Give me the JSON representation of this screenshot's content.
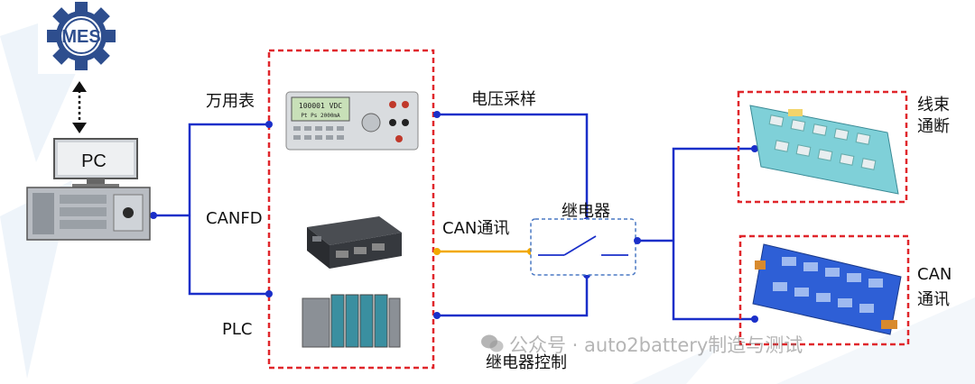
{
  "mes": {
    "label": "MES"
  },
  "pc": {
    "label": "PC"
  },
  "instruments": {
    "multimeter": "万用表",
    "canfd": "CANFD",
    "plc": "PLC"
  },
  "signals": {
    "voltage_sampling": "电压采样",
    "can_comm": "CAN通讯",
    "relay": "继电器",
    "relay_control": "继电器控制"
  },
  "targets": {
    "harness_line1": "线束",
    "harness_line2": "通断",
    "can_line1": "CAN",
    "can_line2": "通讯"
  },
  "multimeter_display": {
    "main": "100001 VDC",
    "sub": "Pt Ps 2000mA"
  },
  "watermark": "公众号 · auto2battery制造与测试",
  "colors": {
    "wire_blue": "#1a2fc9",
    "wire_orange": "#f2a900",
    "dashed_red": "#e0262b",
    "mes_gear": "#2e4e8e"
  }
}
